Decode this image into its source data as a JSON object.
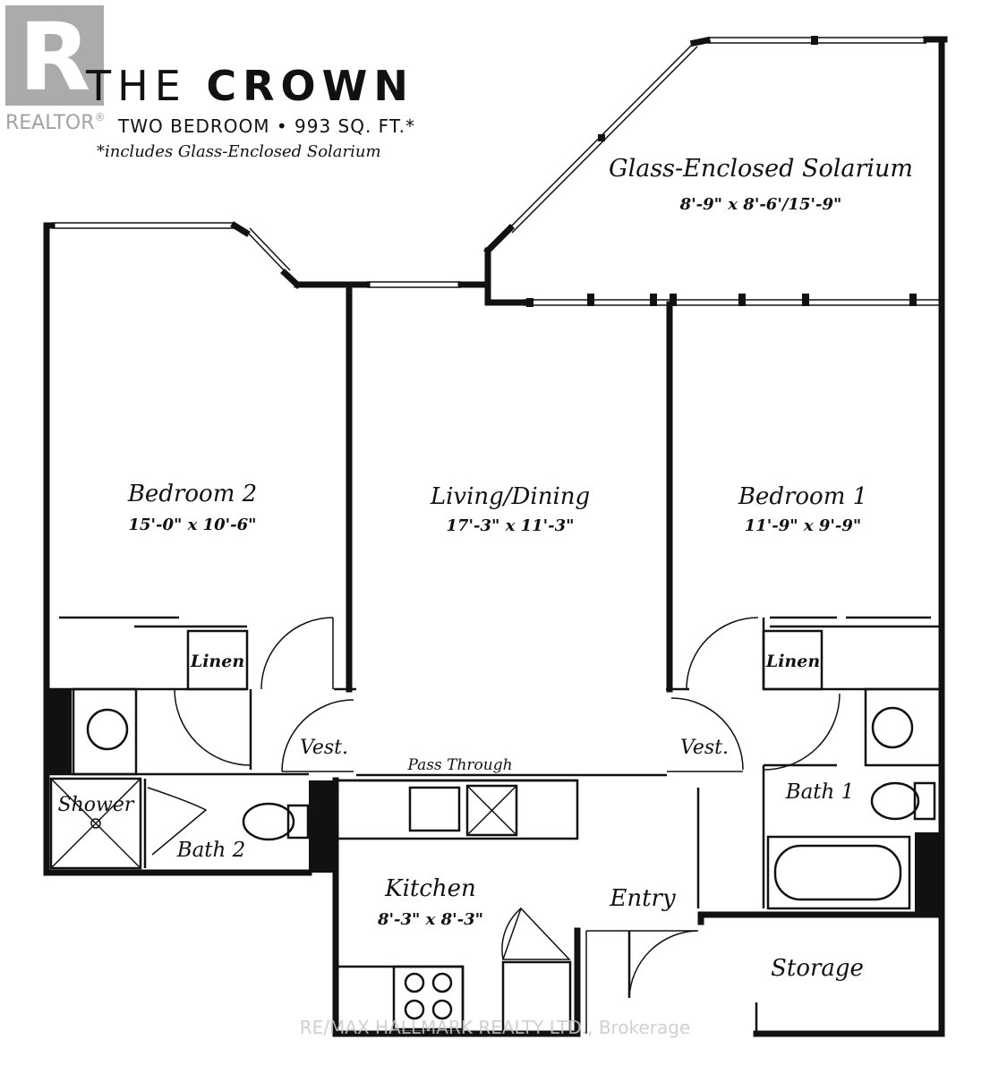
{
  "logo": {
    "mark": "R",
    "wordmark": "REALTOR",
    "registered": "®"
  },
  "title": {
    "prefix": "THE ",
    "crown": "CROWN",
    "subtitle": "TWO BEDROOM • 993 SQ. FT.*",
    "footnote": "*includes Glass-Enclosed Solarium"
  },
  "rooms": {
    "solarium": {
      "name": "Glass-Enclosed Solarium",
      "dims": "8'-9\" x 8'-6'/15'-9\""
    },
    "bedroom2": {
      "name": "Bedroom 2",
      "dims": "15'-0\" x 10'-6\""
    },
    "living": {
      "name": "Living/Dining",
      "dims": "17'-3\" x 11'-3\""
    },
    "bedroom1": {
      "name": "Bedroom 1",
      "dims": "11'-9\" x 9'-9\""
    },
    "kitchen": {
      "name": "Kitchen",
      "dims": "8'-3\" x 8'-3\""
    }
  },
  "labels": {
    "linen_left": "Linen",
    "linen_right": "Linen",
    "vest_left": "Vest.",
    "vest_right": "Vest.",
    "pass_through": "Pass Through",
    "shower": "Shower",
    "bath2": "Bath 2",
    "bath1": "Bath 1",
    "entry": "Entry",
    "storage": "Storage"
  },
  "watermark": "RE/MAX HALLMARK REALTY LTD., Brokerage",
  "colors": {
    "ink": "#111111",
    "logo_gray": "#a9a9a9"
  }
}
